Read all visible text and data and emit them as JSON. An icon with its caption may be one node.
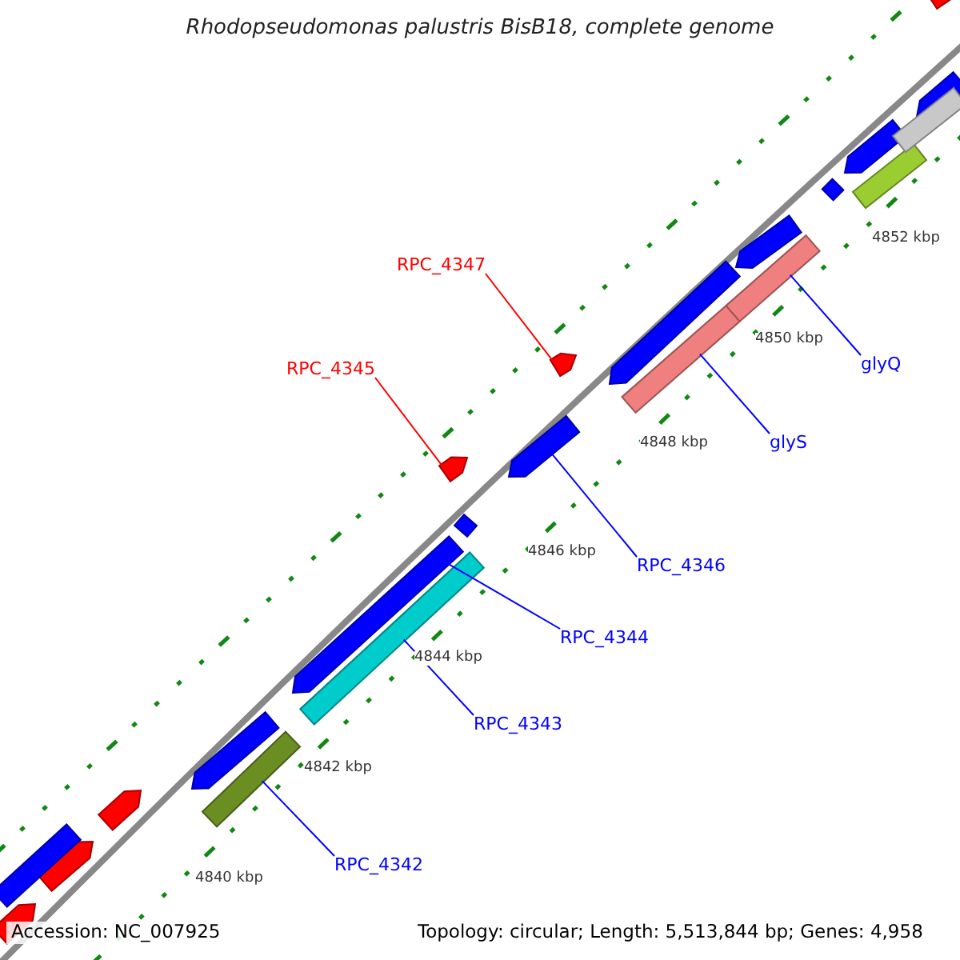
{
  "diagram": {
    "title": "Rhodopseudomonas palustris BisB18, complete genome",
    "nodes": [
      {
        "text": [
          "RPC_4347"
        ]
      },
      {
        "text": [],
        "shape": "bar"
      },
      {
        "text": [
          "RPC_4345"
        ]
      },
      {
        "text": [],
        "shape": "bar"
      },
      {
        "text": [
          "glyQ"
        ]
      },
      {
        "text": [],
        "shape": "bar"
      },
      {
        "text": [
          "glyS"
        ]
      },
      {
        "text": [],
        "shape": "bar"
      },
      {
        "text": [
          "RPC_4346"
        ]
      },
      {
        "text": [],
        "shape": "bar"
      },
      {
        "text": [
          "RPC_4344"
        ]
      },
      {
        "text": [],
        "shape": "bar"
      },
      {
        "text": [
          "RPC_4343"
        ]
      },
      {
        "text": [],
        "shape": "bar"
      },
      {
        "text": [
          "RPC_4342"
        ]
      },
      {
        "text": [],
        "shape": "bar"
      },
      {
        "text": [],
        "shape": "bar"
      },
      {
        "text": [],
        "shape": "bar"
      },
      {
        "text": [],
        "shape": "bar"
      },
      {
        "text": [],
        "shape": "bar"
      },
      {
        "text": [],
        "shape": "bar"
      },
      {
        "text": [],
        "shape": "bar"
      },
      {
        "text": [],
        "shape": "bar"
      },
      {
        "text": [],
        "shape": "bar"
      },
      {
        "text": [],
        "shape": "bar"
      },
      {
        "text": [],
        "shape": "bar"
      },
      {
        "text": [],
        "shape": "bar"
      },
      {
        "text": [],
        "shape": "bar"
      },
      {
        "text": [],
        "shape": "bar"
      },
      {
        "text": [],
        "shape": "bar"
      }
    ],
    "edges": [
      {
        "from": 0,
        "to": 1,
        "arrow": "none",
        "color": "#ff0000"
      },
      {
        "from": 2,
        "to": 3,
        "arrow": "none",
        "color": "#ff0000"
      },
      {
        "from": 4,
        "to": 5,
        "arrow": "none"
      },
      {
        "from": 6,
        "to": 7,
        "arrow": "none"
      },
      {
        "from": 8,
        "to": 9,
        "arrow": "none"
      },
      {
        "from": 10,
        "to": 11,
        "arrow": "none"
      },
      {
        "from": 12,
        "to": 13,
        "arrow": "none"
      },
      {
        "from": 14,
        "to": 15,
        "arrow": "none"
      }
    ],
    "labels": [
      "4852 kbp",
      "4850 kbp",
      "4848 kbp",
      "4846 kbp",
      "4844 kbp",
      "4842 kbp",
      "4840 kbp",
      "Accession: NC_007925",
      "Topology: circular; Length: 5,513,844 bp; Genes: 4,958"
    ]
  }
}
